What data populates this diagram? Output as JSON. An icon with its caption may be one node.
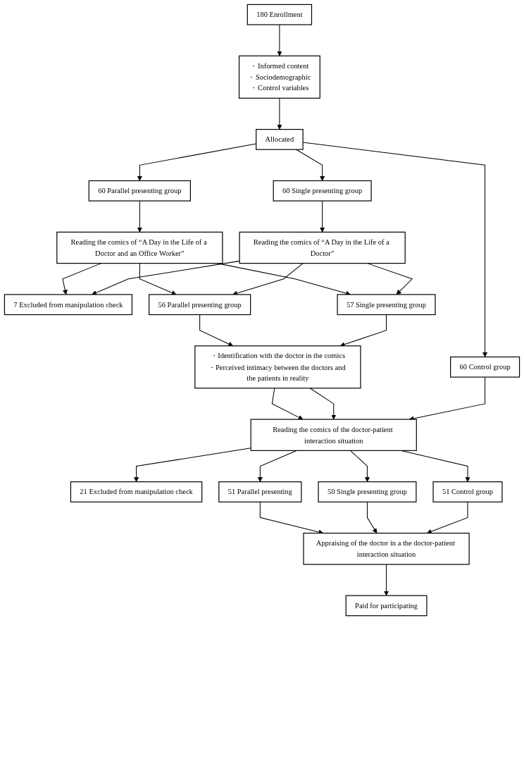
{
  "diagram": {
    "nodes": [
      {
        "text": [
          "180 Enrollment"
        ]
      },
      {
        "text": [
          "・Informed content",
          "・Sociodemographic",
          "・Control variables"
        ]
      },
      {
        "text": [
          "Allocated"
        ]
      },
      {
        "text": [
          "60 Parallel presenting group"
        ]
      },
      {
        "text": [
          "60 Single presenting group"
        ]
      },
      {
        "text": [
          "60 Control group"
        ]
      },
      {
        "text": [
          "Reading the comics of “A Day in the Life of a Doctor and an Office Worker”"
        ]
      },
      {
        "text": [
          "Reading the comics of “A Day in the Life of a Doctor”"
        ]
      },
      {
        "text": [
          "7 Excluded from manipulation check"
        ]
      },
      {
        "text": [
          "56 Parallel presenting group"
        ]
      },
      {
        "text": [
          "57 Single presenting group"
        ]
      },
      {
        "text": [
          "・Identification with the doctor in the comics",
          "・Perceived intimacy between the doctors and the patients in reality"
        ]
      },
      {
        "text": [
          "Reading the comics of the doctor-patient interaction situation"
        ]
      },
      {
        "text": [
          "21 Excluded from manipulation check"
        ]
      },
      {
        "text": [
          "51 Parallel presenting"
        ]
      },
      {
        "text": [
          "50 Single presenting group"
        ]
      },
      {
        "text": [
          "51 Control group"
        ]
      },
      {
        "text": [
          "Appraising of the doctor in a the doctor-patient interaction situation"
        ]
      },
      {
        "text": [
          "Paid for participating"
        ]
      }
    ],
    "edges": [
      {
        "from": 0,
        "to": 1,
        "arrow": "to"
      },
      {
        "from": 1,
        "to": 2,
        "arrow": "to"
      },
      {
        "from": 2,
        "to": 3,
        "arrow": "to"
      },
      {
        "from": 2,
        "to": 4,
        "arrow": "to"
      },
      {
        "from": 2,
        "to": 5,
        "arrow": "to"
      },
      {
        "from": 3,
        "to": 6,
        "arrow": "to"
      },
      {
        "from": 4,
        "to": 7,
        "arrow": "to"
      },
      {
        "from": 6,
        "to": 8,
        "arrow": "to"
      },
      {
        "from": 7,
        "to": 8,
        "arrow": "to"
      },
      {
        "from": 6,
        "to": 9,
        "arrow": "to"
      },
      {
        "from": 6,
        "to": 10,
        "arrow": "to"
      },
      {
        "from": 7,
        "to": 9,
        "arrow": "to"
      },
      {
        "from": 7,
        "to": 10,
        "arrow": "to"
      },
      {
        "from": 9,
        "to": 11,
        "arrow": "to"
      },
      {
        "from": 10,
        "to": 11,
        "arrow": "to"
      },
      {
        "from": 11,
        "to": 12,
        "arrow": "to"
      },
      {
        "from": 11,
        "to": 12,
        "arrow": "to"
      },
      {
        "from": 5,
        "to": 12,
        "arrow": "to"
      },
      {
        "from": 12,
        "to": 13,
        "arrow": "to"
      },
      {
        "from": 12,
        "to": 14,
        "arrow": "to"
      },
      {
        "from": 12,
        "to": 15,
        "arrow": "to"
      },
      {
        "from": 12,
        "to": 16,
        "arrow": "to"
      },
      {
        "from": 14,
        "to": 17,
        "arrow": "to"
      },
      {
        "from": 15,
        "to": 17,
        "arrow": "to"
      },
      {
        "from": 16,
        "to": 17,
        "arrow": "to"
      },
      {
        "from": 17,
        "to": 18,
        "arrow": "to"
      }
    ]
  }
}
